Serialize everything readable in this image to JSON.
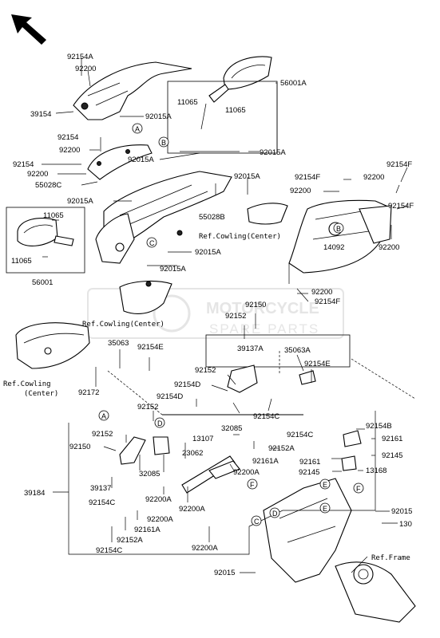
{
  "watermark": {
    "line1": "MOTORCYCLE",
    "line2": "SPARE PARTS",
    "color": "#d0d0d0"
  },
  "references": {
    "cowling_a": "Ref.Cowling(Center)",
    "cowling_b": "Ref.Cowling(Center)",
    "cowling_c_line1": "Ref.Cowling",
    "cowling_c_line2": "(Center)",
    "frame": "Ref.Frame"
  },
  "circle_labels": {
    "a": "A",
    "b": "B",
    "c": "C",
    "d": "D",
    "e": "E",
    "f": "F"
  },
  "part_numbers": {
    "p92154A": "92154A",
    "p92200_top": "92200",
    "p39154": "39154",
    "p92015A_1": "92015A",
    "p56001A": "56001A",
    "p11065_a": "11065",
    "p11065_b": "11065",
    "p92154_1": "92154",
    "p92200_2": "92200",
    "p92015A_2": "92015A",
    "p92154_2": "92154",
    "p92200_3": "92200",
    "p55028C": "55028C",
    "p92015A_3": "92015A",
    "p92015A_4": "92015A",
    "p92154F_1": "92154F",
    "p92200_4": "92200",
    "p92154F_2": "92154F",
    "p92200_5": "92200",
    "p92015A_5": "92015A",
    "p11065_c": "11065",
    "p55028B": "55028B",
    "p92154F_3": "92154F",
    "p11065_d": "11065",
    "p92015A_6": "92015A",
    "p92200_6": "92200",
    "p14092": "14092",
    "p56001": "56001",
    "p92015A_7": "92015A",
    "p92200_7": "92200",
    "p92154F_4": "92154F",
    "p92150_1": "92150",
    "p92152_1": "92152",
    "p35063": "35063",
    "p92154E_1": "92154E",
    "p39137A": "39137A",
    "p35063A": "35063A",
    "p92172": "92172",
    "p92152_2": "92152",
    "p92154E_2": "92154E",
    "p92154D_1": "92154D",
    "p92154D_2": "92154D",
    "p92152_3": "92152",
    "p92154C_1": "92154C",
    "p32085_1": "32085",
    "p92154B": "92154B",
    "p92152_4": "92152",
    "p13107": "13107",
    "p92154C_2": "92154C",
    "p92161_1": "92161",
    "p92150_2": "92150",
    "p92152A_1": "92152A",
    "p23062": "23062",
    "p92161A_1": "92161A",
    "p92161_2": "92161",
    "p92145_1": "92145",
    "p32085_2": "32085",
    "p92200A_1": "92200A",
    "p92145_2": "92145",
    "p13168": "13168",
    "p39137": "39137",
    "p39184": "39184",
    "p92154C_3": "92154C",
    "p92200A_2": "92200A",
    "p92200A_3": "92200A",
    "p92015_1": "92015",
    "p130": "130",
    "p92161A_2": "92161A",
    "p92152A_2": "92152A",
    "p92154C_4": "92154C",
    "p92200A_4": "92200A",
    "p92015_2": "92015"
  }
}
